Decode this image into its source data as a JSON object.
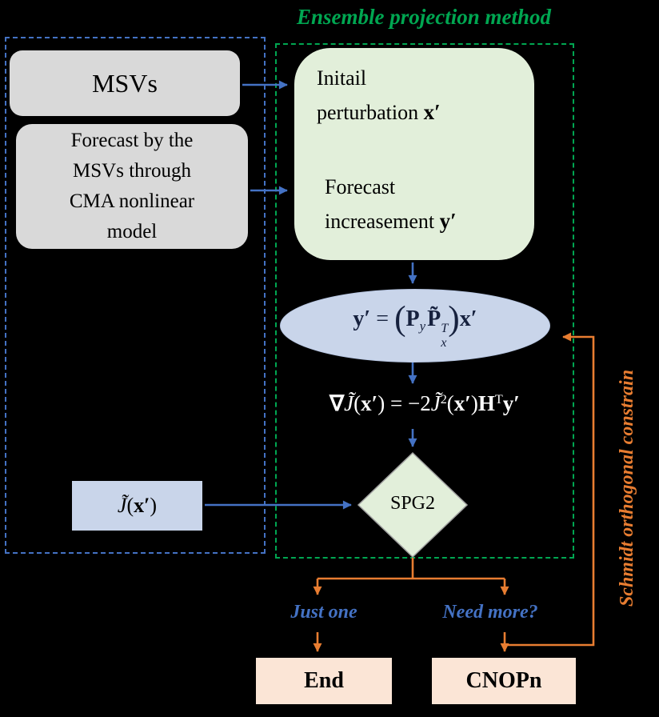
{
  "title": "Ensemble projection method",
  "colors": {
    "blue": "#4472C4",
    "green": "#00A651",
    "orange": "#E87D31"
  },
  "left_panel": {
    "msvs_label": "MSVs",
    "forecast_label": "Forecast by the\nMSVs through\nCMA nonlinear\nmodel",
    "cost_formula": [
      {
        "t": "J̃",
        "c": "i"
      },
      {
        "t": "(",
        "c": ""
      },
      {
        "t": "x′",
        "c": "b"
      },
      {
        "t": ")",
        "c": ""
      }
    ]
  },
  "projection_panel": {
    "perturbation": {
      "line1": "Initail",
      "line2": "perturbation ",
      "symbol": "x′"
    },
    "increment": {
      "line1": "Forecast",
      "line2": "increasement ",
      "symbol": "y′"
    },
    "ellipse_formula": [
      {
        "t": "y′",
        "c": "b"
      },
      {
        "t": " = ",
        "c": ""
      },
      {
        "t": "(",
        "c": "paren"
      },
      {
        "t": "P",
        "c": "b"
      },
      {
        "t": "y",
        "c": "sub"
      },
      {
        "t": "P̃",
        "c": "b"
      },
      {
        "stack": {
          "sup": "T",
          "sub": "x"
        }
      },
      {
        "t": ")",
        "c": "paren"
      },
      {
        "t": "x′",
        "c": "b"
      }
    ],
    "gradient_formula": [
      {
        "t": "∇",
        "c": "b"
      },
      {
        "t": "J̃",
        "c": "i"
      },
      {
        "t": "(",
        "c": ""
      },
      {
        "t": "x′",
        "c": "b"
      },
      {
        "t": ") = −2",
        "c": ""
      },
      {
        "t": "J̃",
        "c": "i"
      },
      {
        "t": "2",
        "c": "sup"
      },
      {
        "t": "(",
        "c": ""
      },
      {
        "t": "x′",
        "c": "b"
      },
      {
        "t": ")",
        "c": ""
      },
      {
        "t": "H",
        "c": "b"
      },
      {
        "t": "T",
        "c": "sup"
      },
      {
        "t": "y′",
        "c": "b"
      }
    ],
    "spg2_label": "SPG2"
  },
  "outcomes": {
    "just_one": "Just one",
    "need_more": "Need more?",
    "end_label": "End",
    "cnopn_label": "CNOPn"
  },
  "feedback_label": "Schmidt orthogonal constrain"
}
